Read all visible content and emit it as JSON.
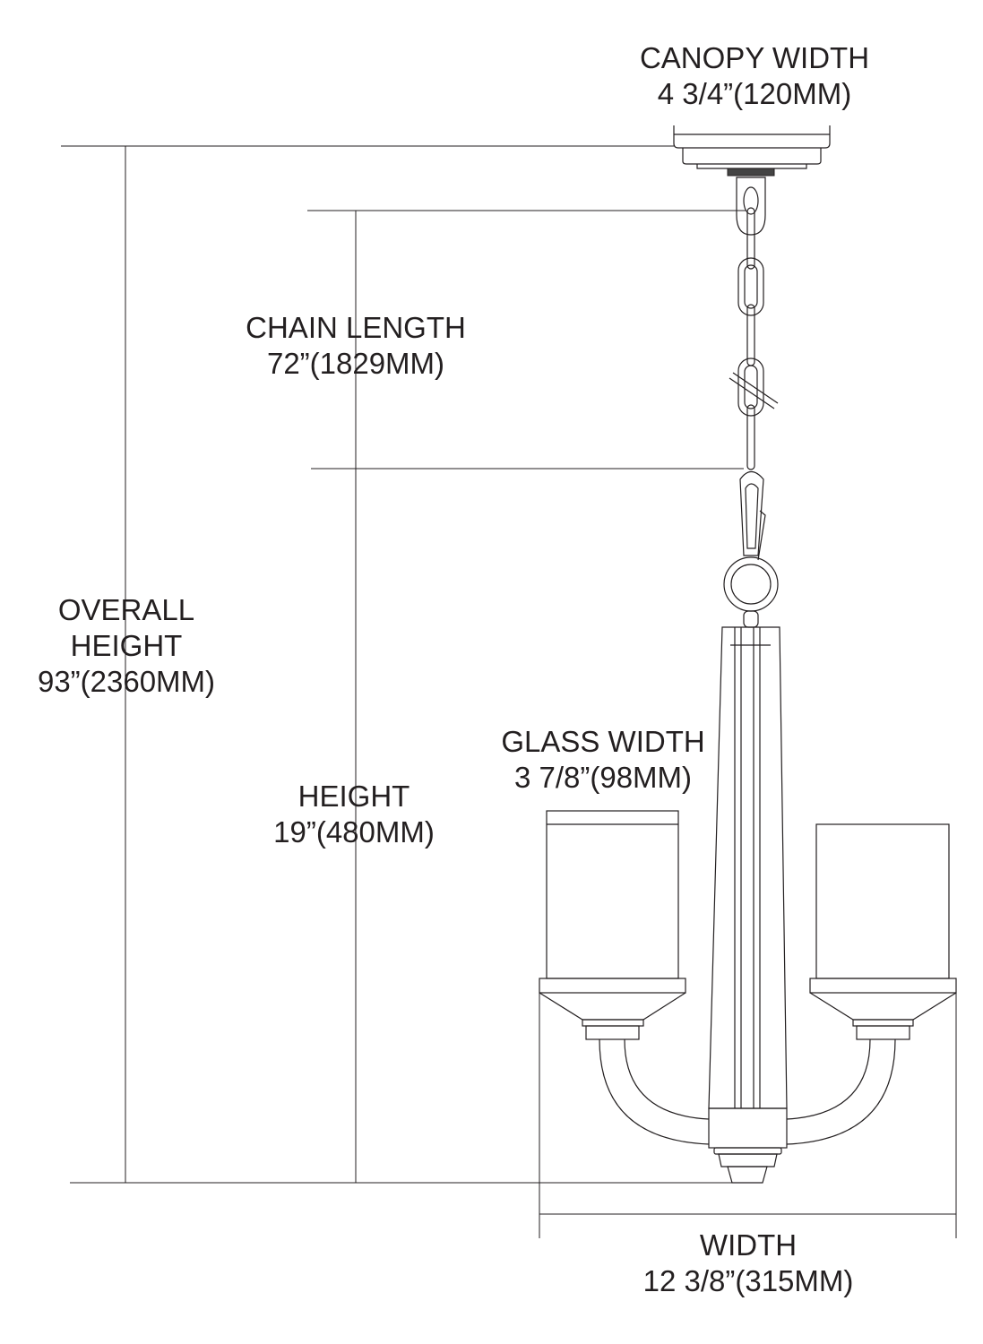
{
  "dimensions": {
    "canopy_width": {
      "label": "CANOPY WIDTH",
      "value": "4 3/4”(120MM)"
    },
    "chain_length": {
      "label": "CHAIN LENGTH",
      "value": "72”(1829MM)"
    },
    "overall_height": {
      "label_line1": "OVERALL",
      "label_line2": "HEIGHT",
      "value": "93”(2360MM)"
    },
    "glass_width": {
      "label": "GLASS WIDTH",
      "value": "3 7/8”(98MM)"
    },
    "height": {
      "label": "HEIGHT",
      "value": "19”(480MM)"
    },
    "width": {
      "label": "WIDTH",
      "value": "12 3/8”(315MM)"
    }
  },
  "colors": {
    "line": "#231f20",
    "background": "#ffffff"
  }
}
